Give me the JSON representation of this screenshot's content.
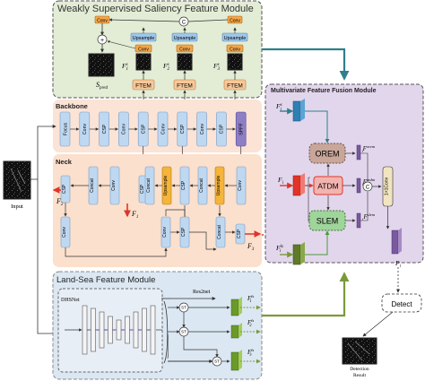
{
  "modules": {
    "wssfm": "Weakly Supervised Saliency Feature Module",
    "backbone": "Backbone",
    "neck": "Neck",
    "lsfm": "Land-Sea Feature Module",
    "mffm": "Multivariate Feature Fusion Module"
  },
  "wssfm": {
    "conv": "Conv",
    "upsample": "Upsample",
    "ftem": "FTEM",
    "op_c": "C",
    "op_plus": "+",
    "s_pred": "S",
    "s_pred_sub": "pred",
    "f_labels": [
      {
        "main": "F",
        "sup": "s",
        "sub": "1"
      },
      {
        "main": "F",
        "sup": "s",
        "sub": "2"
      },
      {
        "main": "F",
        "sup": "s",
        "sub": "3"
      }
    ]
  },
  "backbone": {
    "blocks": [
      "Focus",
      "Conv",
      "CSP",
      "Conv",
      "CSP",
      "Conv",
      "CSP",
      "Conv",
      "CSP",
      "SPPF"
    ]
  },
  "neck": {
    "csp": "CSP",
    "concat": "Concat",
    "conv": "Conv",
    "upsample": "Upsample",
    "f_labels": [
      {
        "main": "F",
        "sub": "2"
      },
      {
        "main": "F",
        "sub": "1"
      },
      {
        "main": "F",
        "sub": "3"
      }
    ]
  },
  "input": {
    "label": "Input"
  },
  "lsfm": {
    "net": "DHSNet",
    "res2net": "Res2net",
    "op": "ST",
    "f_labels": [
      {
        "main": "F",
        "sup": "ls",
        "sub": "1"
      },
      {
        "main": "F",
        "sup": "ls",
        "sub": "2"
      },
      {
        "main": "F",
        "sup": "ls",
        "sub": "3"
      }
    ]
  },
  "mffm": {
    "orem": "OREM",
    "atdm": "ATDM",
    "slem": "SLEM",
    "conv1x1": "1×1Conv",
    "op_c": "C",
    "in_labels": [
      {
        "main": "F",
        "sup": "s",
        "sub": "i"
      },
      {
        "main": "F",
        "sub": "i"
      },
      {
        "main": "F",
        "sup": "ls",
        "sub": "i"
      }
    ],
    "out_labels": [
      {
        "main": "F",
        "sup": "orem",
        "sub": "i"
      },
      {
        "main": "F",
        "sup": "atdm",
        "sub": "i"
      },
      {
        "main": "F",
        "sup": "slem",
        "sub": "i"
      }
    ],
    "p_label": {
      "main": "P",
      "sub": "i"
    }
  },
  "detect": {
    "label": "Detect"
  },
  "result": {
    "line1": "Detection",
    "line2": "Result"
  },
  "colors": {
    "wssfm_bg": "#e3ecd5",
    "backbone_bg": "#fbe3d6",
    "neck_bg": "#fbe0cd",
    "lsfm_bg": "#dbe7f2",
    "mffm_bg": "#e2d6ec",
    "ftem": "#f6c89a",
    "conv_orange": "#f2a64a",
    "upsample_blue": "#9ec6ea",
    "block_blue": "#bfd8f2",
    "sppf": "#8d7ec6",
    "orem": "#c9a69a",
    "atdm": "#f3b4b0",
    "slem": "#9fd49a",
    "arrow_teal": "#2f7f8c",
    "arrow_olive": "#7a9a3a",
    "red": "#e0342a"
  }
}
